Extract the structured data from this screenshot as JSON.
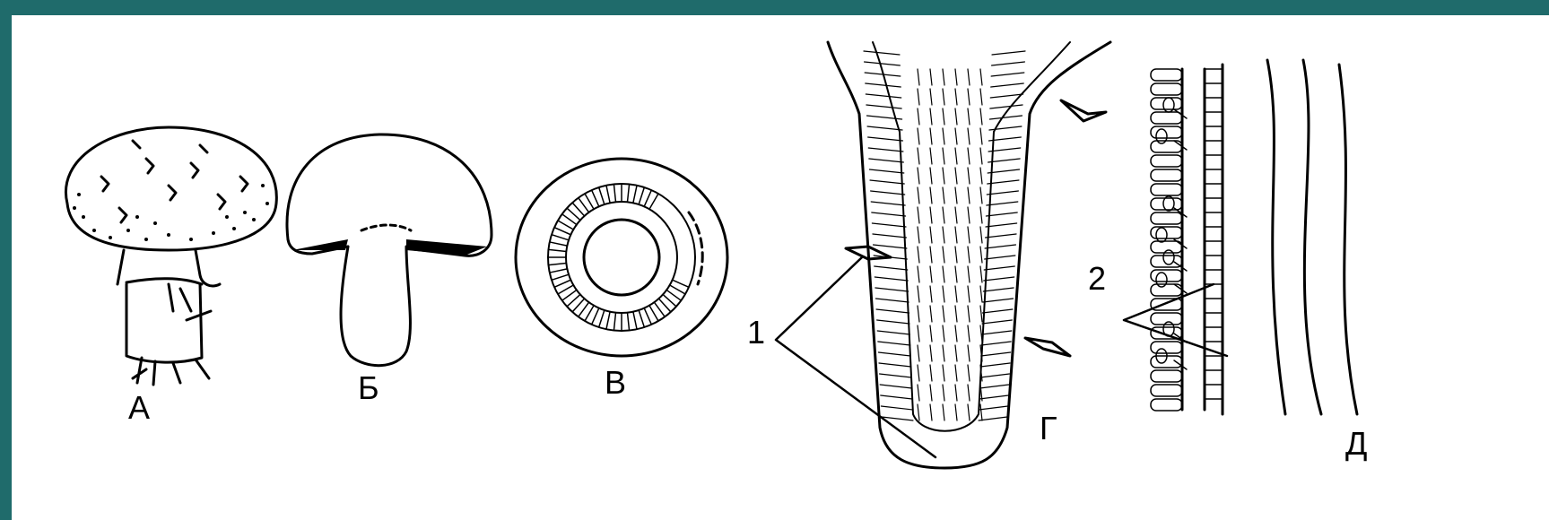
{
  "background_color": "#1f6b6b",
  "figure_color": "#ffffff",
  "ink_color": "#000000",
  "labels": {
    "a": "А",
    "b": "Б",
    "v": "В",
    "g": "Г",
    "d": "Д",
    "n1": "1",
    "n2": "2"
  }
}
